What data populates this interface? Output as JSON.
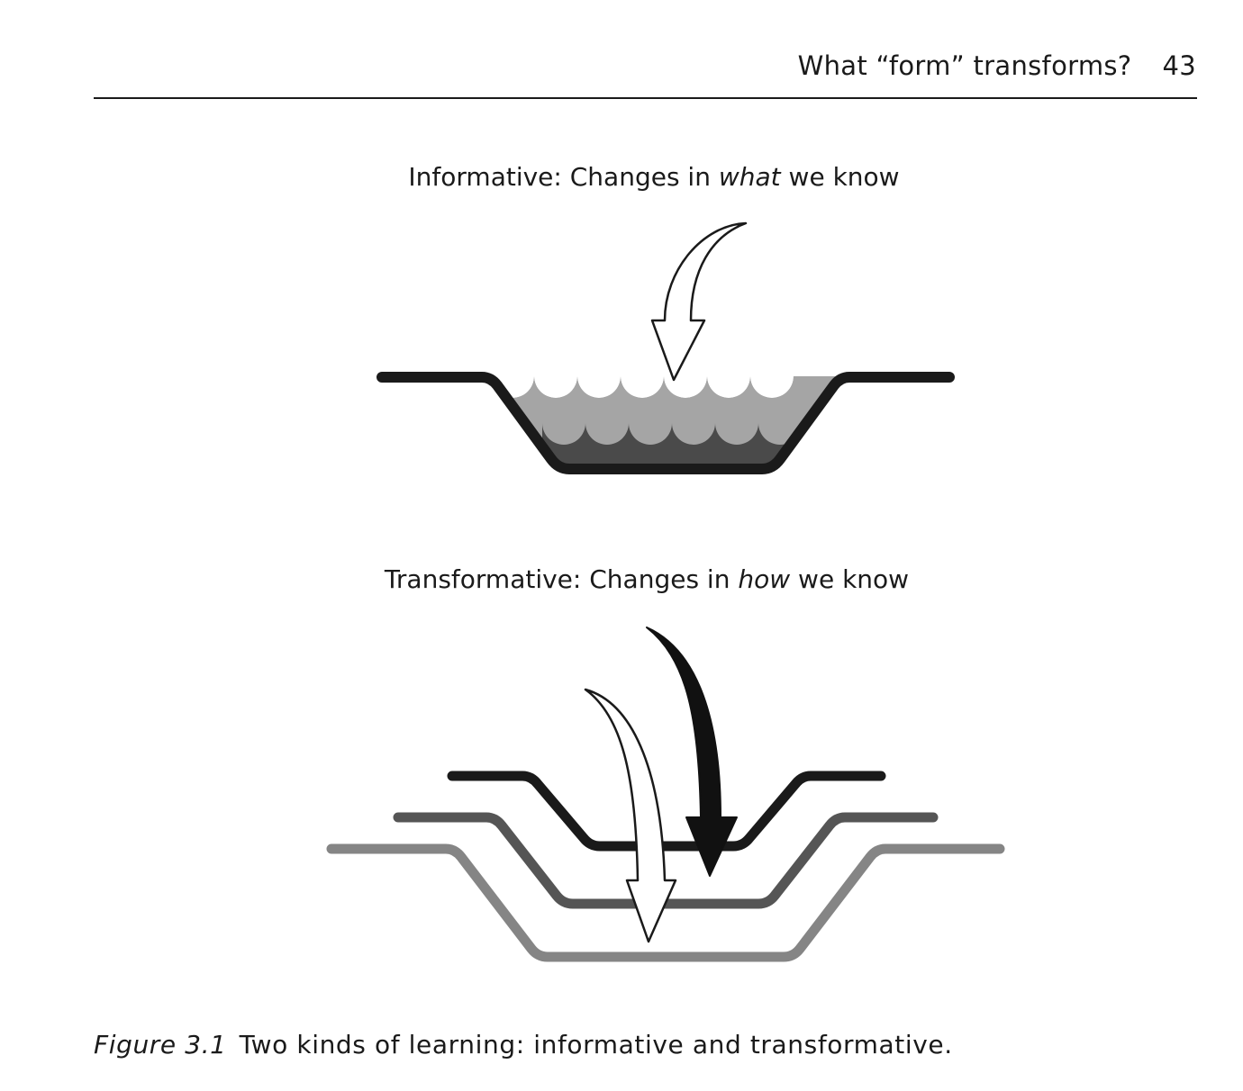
{
  "header": {
    "running_title": "What “form” transforms?",
    "page_number": "43"
  },
  "figure": {
    "informative": {
      "label_prefix": "Informative: Changes in ",
      "label_emphasis": "what",
      "label_suffix": " we know"
    },
    "transformative": {
      "label_prefix": "Transformative: Changes in ",
      "label_emphasis": "how",
      "label_suffix": " we know"
    },
    "caption": {
      "number": "Figure 3.1",
      "text": "Two kinds of learning: informative and transformative."
    }
  }
}
